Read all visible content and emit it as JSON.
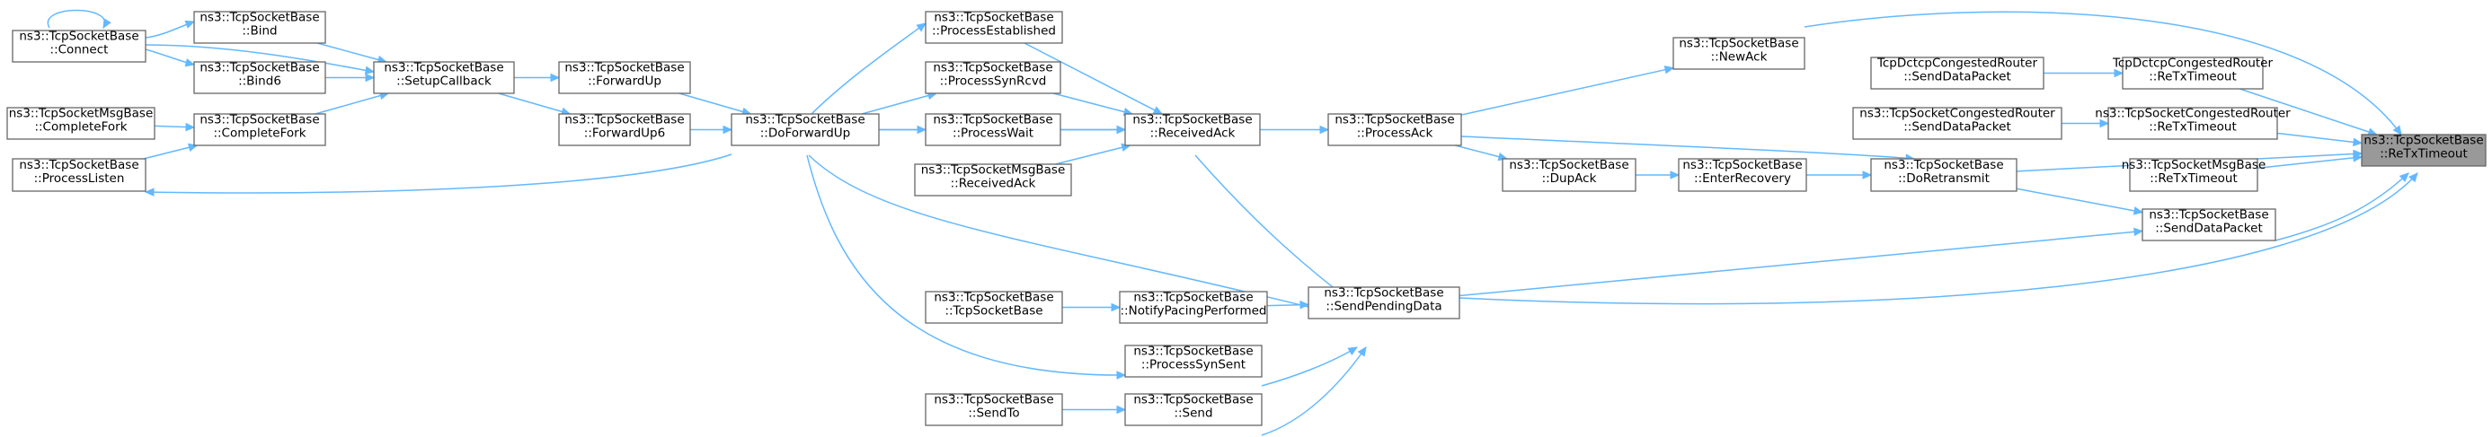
{
  "graph": {
    "nodes": [
      {
        "id": "retx",
        "lines": [
          "ns3::TcpSocketBase",
          "::ReTxTimeout"
        ],
        "highlight": true
      },
      {
        "id": "newack",
        "lines": [
          "ns3::TcpSocketBase",
          "::NewAck"
        ]
      },
      {
        "id": "dctcp_retx",
        "lines": [
          "TcpDctcpCongestedRouter",
          "::ReTxTimeout"
        ]
      },
      {
        "id": "dctcp_send",
        "lines": [
          "TcpDctcpCongestedRouter",
          "::SendDataPacket"
        ]
      },
      {
        "id": "cong_retx",
        "lines": [
          "ns3::TcpSocketCongestedRouter",
          "::ReTxTimeout"
        ]
      },
      {
        "id": "cong_send",
        "lines": [
          "ns3::TcpSocketCongestedRouter",
          "::SendDataPacket"
        ]
      },
      {
        "id": "msg_retx",
        "lines": [
          "ns3::TcpSocketMsgBase",
          "::ReTxTimeout"
        ]
      },
      {
        "id": "senddata",
        "lines": [
          "ns3::TcpSocketBase",
          "::SendDataPacket"
        ]
      },
      {
        "id": "doretx",
        "lines": [
          "ns3::TcpSocketBase",
          "::DoRetransmit"
        ]
      },
      {
        "id": "enterrec",
        "lines": [
          "ns3::TcpSocketBase",
          "::EnterRecovery"
        ]
      },
      {
        "id": "dupack",
        "lines": [
          "ns3::TcpSocketBase",
          "::DupAck"
        ]
      },
      {
        "id": "procack",
        "lines": [
          "ns3::TcpSocketBase",
          "::ProcessAck"
        ]
      },
      {
        "id": "recvack",
        "lines": [
          "ns3::TcpSocketBase",
          "::ReceivedAck"
        ]
      },
      {
        "id": "sendpending",
        "lines": [
          "ns3::TcpSocketBase",
          "::SendPendingData"
        ]
      },
      {
        "id": "procest",
        "lines": [
          "ns3::TcpSocketBase",
          "::ProcessEstablished"
        ]
      },
      {
        "id": "procsynrcvd",
        "lines": [
          "ns3::TcpSocketBase",
          "::ProcessSynRcvd"
        ]
      },
      {
        "id": "procwait",
        "lines": [
          "ns3::TcpSocketBase",
          "::ProcessWait"
        ]
      },
      {
        "id": "msg_recvack",
        "lines": [
          "ns3::TcpSocketMsgBase",
          "::ReceivedAck"
        ]
      },
      {
        "id": "doforward",
        "lines": [
          "ns3::TcpSocketBase",
          "::DoForwardUp"
        ]
      },
      {
        "id": "notifypacing",
        "lines": [
          "ns3::TcpSocketBase",
          "::NotifyPacingPerformed"
        ]
      },
      {
        "id": "procsynsent",
        "lines": [
          "ns3::TcpSocketBase",
          "::ProcessSynSent"
        ]
      },
      {
        "id": "send",
        "lines": [
          "ns3::TcpSocketBase",
          "::Send"
        ]
      },
      {
        "id": "ctor",
        "lines": [
          "ns3::TcpSocketBase",
          "::TcpSocketBase"
        ]
      },
      {
        "id": "sendto",
        "lines": [
          "ns3::TcpSocketBase",
          "::SendTo"
        ]
      },
      {
        "id": "forwardup",
        "lines": [
          "ns3::TcpSocketBase",
          "::ForwardUp"
        ]
      },
      {
        "id": "forwardup6",
        "lines": [
          "ns3::TcpSocketBase",
          "::ForwardUp6"
        ]
      },
      {
        "id": "setupcb",
        "lines": [
          "ns3::TcpSocketBase",
          "::SetupCallback"
        ]
      },
      {
        "id": "bind",
        "lines": [
          "ns3::TcpSocketBase",
          "::Bind"
        ]
      },
      {
        "id": "bind6",
        "lines": [
          "ns3::TcpSocketBase",
          "::Bind6"
        ]
      },
      {
        "id": "completefork",
        "lines": [
          "ns3::TcpSocketBase",
          "::CompleteFork"
        ]
      },
      {
        "id": "connect",
        "lines": [
          "ns3::TcpSocketBase",
          "::Connect"
        ]
      },
      {
        "id": "msg_completefork",
        "lines": [
          "ns3::TcpSocketMsgBase",
          "::CompleteFork"
        ]
      },
      {
        "id": "proclisten",
        "lines": [
          "ns3::TcpSocketBase",
          "::ProcessListen"
        ]
      }
    ],
    "edges": [
      [
        "newack",
        "retx"
      ],
      [
        "dctcp_retx",
        "retx"
      ],
      [
        "cong_retx",
        "retx"
      ],
      [
        "msg_retx",
        "retx"
      ],
      [
        "senddata",
        "retx"
      ],
      [
        "doretx",
        "retx"
      ],
      [
        "sendpending",
        "retx"
      ],
      [
        "procack",
        "newack"
      ],
      [
        "dctcp_send",
        "dctcp_retx"
      ],
      [
        "cong_send",
        "cong_retx"
      ],
      [
        "doretx",
        "senddata"
      ],
      [
        "sendpending",
        "senddata"
      ],
      [
        "enterrec",
        "doretx"
      ],
      [
        "procack",
        "doretx"
      ],
      [
        "dupack",
        "enterrec"
      ],
      [
        "procack",
        "dupack"
      ],
      [
        "recvack",
        "procack"
      ],
      [
        "recvack",
        "sendpending"
      ],
      [
        "procest",
        "recvack"
      ],
      [
        "procsynrcvd",
        "recvack"
      ],
      [
        "procwait",
        "recvack"
      ],
      [
        "msg_recvack",
        "recvack"
      ],
      [
        "doforward",
        "recvack"
      ],
      [
        "doforward",
        "sendpending"
      ],
      [
        "notifypacing",
        "sendpending"
      ],
      [
        "procsynsent",
        "sendpending"
      ],
      [
        "send",
        "sendpending"
      ],
      [
        "doforward",
        "procest"
      ],
      [
        "doforward",
        "procsynrcvd"
      ],
      [
        "doforward",
        "procwait"
      ],
      [
        "doforward",
        "procsynsent"
      ],
      [
        "doforward",
        "proclisten"
      ],
      [
        "ctor",
        "notifypacing"
      ],
      [
        "sendto",
        "send"
      ],
      [
        "forwardup",
        "doforward"
      ],
      [
        "forwardup6",
        "doforward"
      ],
      [
        "setupcb",
        "forwardup"
      ],
      [
        "setupcb",
        "forwardup6"
      ],
      [
        "bind",
        "setupcb"
      ],
      [
        "bind6",
        "setupcb"
      ],
      [
        "completefork",
        "setupcb"
      ],
      [
        "connect",
        "setupcb"
      ],
      [
        "connect",
        "bind"
      ],
      [
        "connect",
        "bind6"
      ],
      [
        "connect",
        "connect"
      ],
      [
        "msg_completefork",
        "completefork"
      ],
      [
        "proclisten",
        "completefork"
      ]
    ]
  }
}
